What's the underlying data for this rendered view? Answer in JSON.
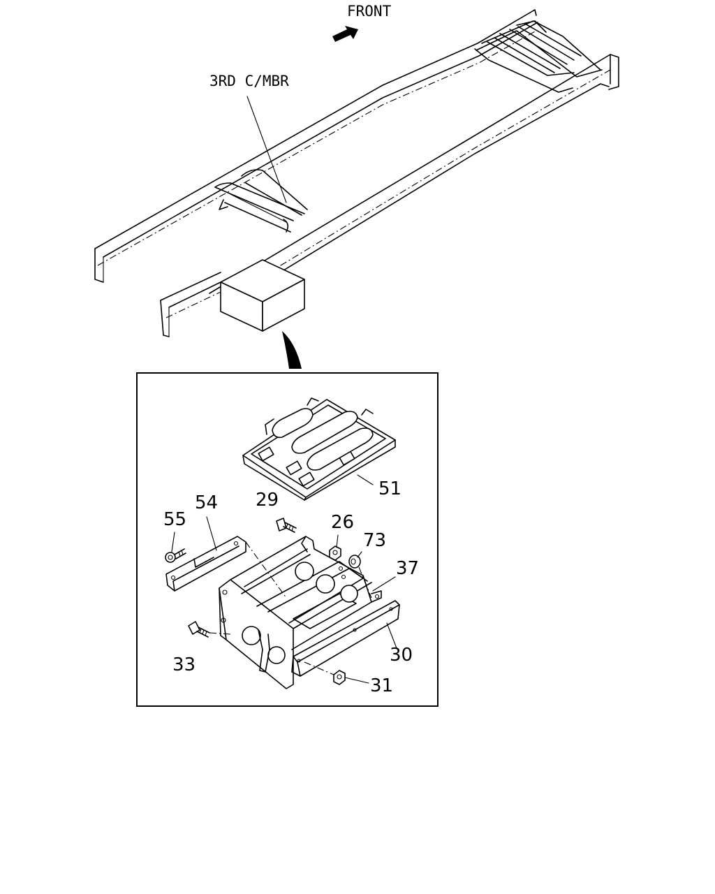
{
  "labels": {
    "front": "FRONT",
    "crossmember": "3RD C/MBR"
  },
  "callouts": [
    "51",
    "54",
    "29",
    "55",
    "26",
    "73",
    "37",
    "33",
    "30",
    "31"
  ]
}
